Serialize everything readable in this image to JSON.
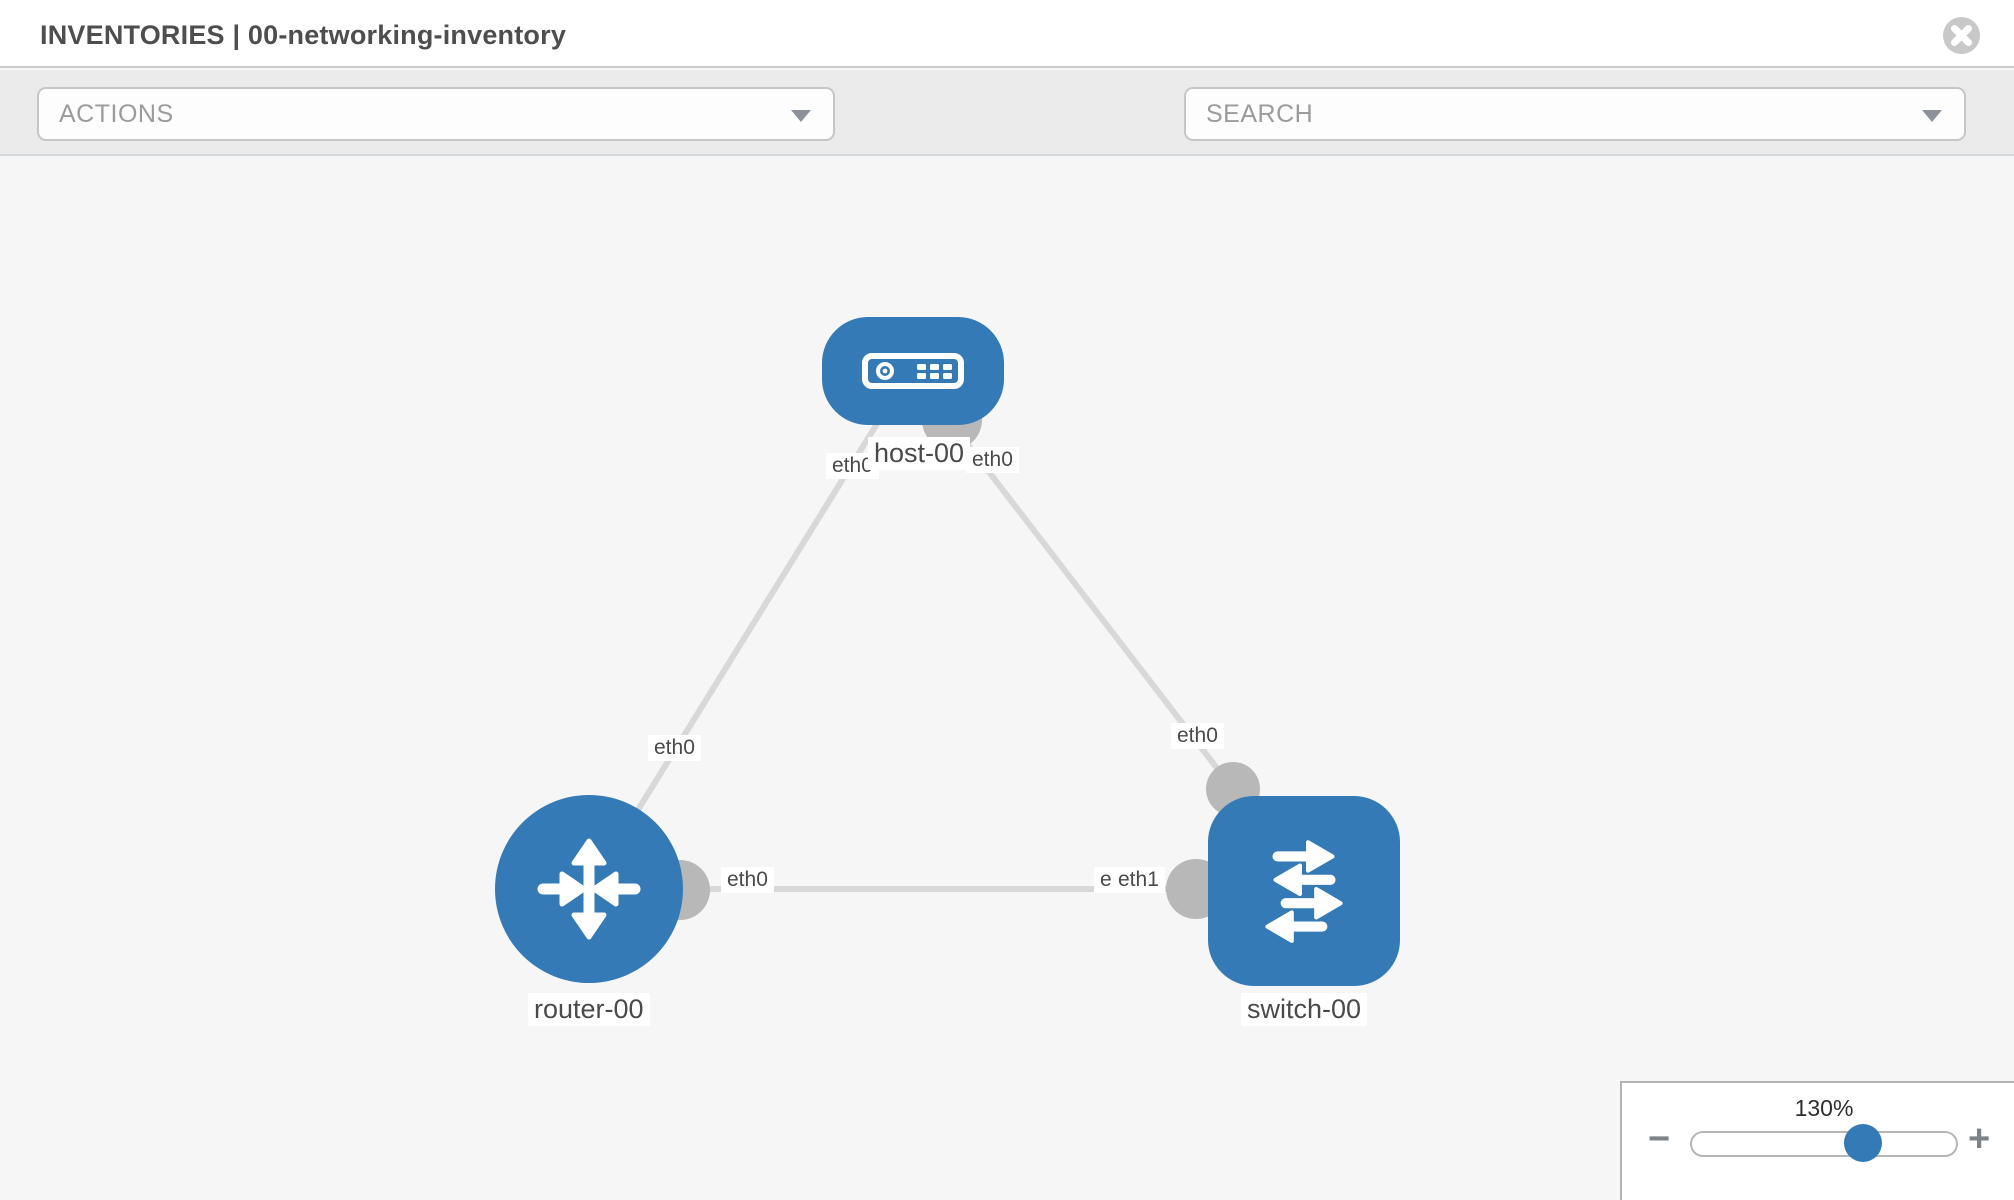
{
  "header": {
    "title": "INVENTORIES | 00-networking-inventory"
  },
  "toolbar": {
    "actions_placeholder": "ACTIONS",
    "search_placeholder": "SEARCH"
  },
  "icons": {
    "wrench": "wrench-icon",
    "key": "key-icon",
    "close": "circle-x-icon",
    "actions_caret": "dropdown-arrow-icon",
    "search_caret": "dropdown-arrow-icon"
  },
  "topology": {
    "nodes": [
      {
        "label": "host-00",
        "type": "host",
        "shape": "rounded-rect"
      },
      {
        "label": "router-00",
        "type": "router",
        "shape": "circle"
      },
      {
        "label": "switch-00",
        "type": "switch",
        "shape": "rounded-square"
      }
    ],
    "links": [
      {
        "from": "host-00",
        "to": "router-00"
      },
      {
        "from": "host-00",
        "to": "switch-00"
      },
      {
        "from": "router-00",
        "to": "switch-00"
      }
    ],
    "interface_labels": {
      "host_router_at_host": "eth0",
      "host_router_at_router": "eth0",
      "host_switch_at_host": "eth0",
      "host_switch_at_switch": "eth0",
      "router_switch_at_router": "eth0",
      "router_switch_at_switch_back": "eth0",
      "router_switch_at_switch": "eth1"
    }
  },
  "zoom_control": {
    "level": "130%",
    "minus_label": "−",
    "plus_label": "+"
  },
  "colors": {
    "node_blue": "#337ab7",
    "link_gray": "#d8d8d8",
    "interface_gray": "#b8b8b8",
    "canvas_bg": "#f6f6f6",
    "toolbar_bg": "#ebebeb"
  }
}
